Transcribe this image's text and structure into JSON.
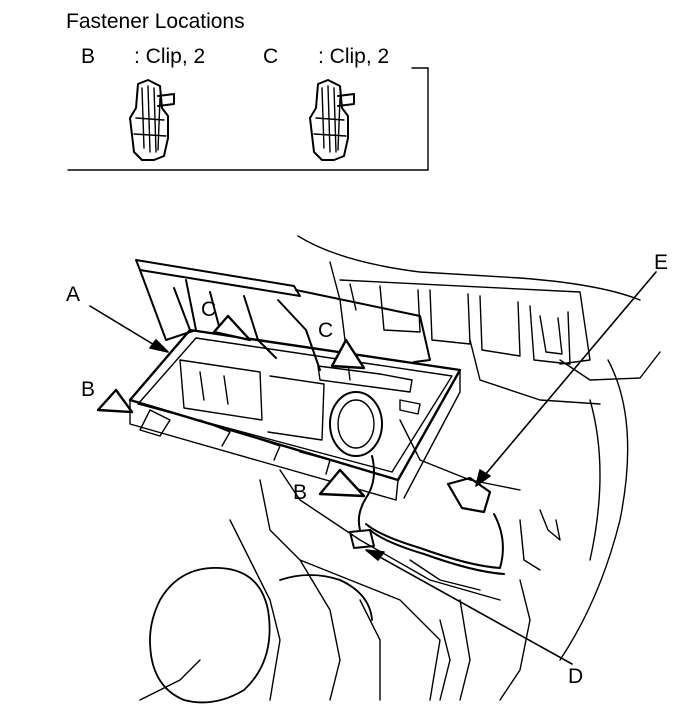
{
  "legend": {
    "title": "Fastener Locations",
    "items": [
      {
        "letter": "B",
        "description": ": Clip, 2",
        "icon": "clip-icon"
      },
      {
        "letter": "C",
        "description": ": Clip, 2",
        "icon": "clip-icon"
      }
    ]
  },
  "callouts": {
    "A": "A",
    "B_left": "B",
    "B_bottom": "B",
    "C_left": "C",
    "C_right": "C",
    "D": "D",
    "E": "E"
  },
  "colors": {
    "line": "#000000",
    "background": "#ffffff"
  }
}
